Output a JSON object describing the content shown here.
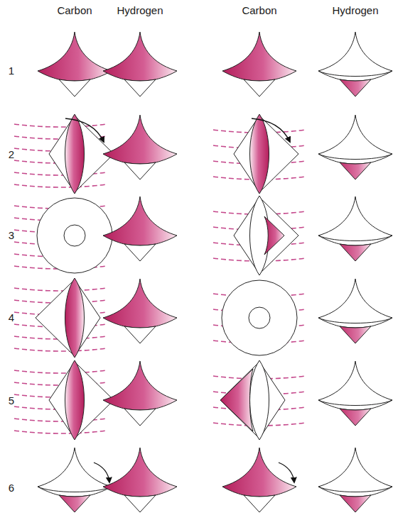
{
  "diagram": {
    "labels": [
      "Carbon",
      "Hydrogen",
      "Carbon",
      "Hydrogen",
      "1",
      "2",
      "3",
      "4",
      "5",
      "6"
    ]
  }
}
